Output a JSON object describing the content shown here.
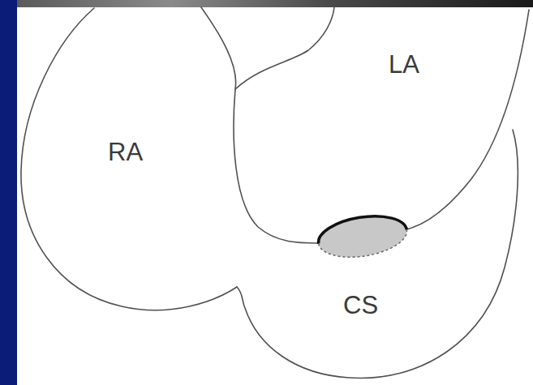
{
  "diagram": {
    "nodes": [
      {
        "text": [
          "LA"
        ]
      },
      {
        "text": [
          "RA"
        ]
      },
      {
        "text": [
          "CS"
        ]
      }
    ]
  }
}
